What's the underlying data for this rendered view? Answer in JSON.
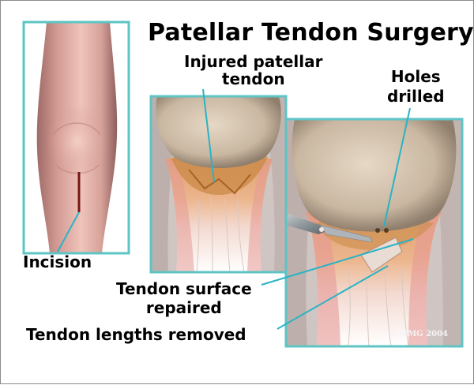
{
  "title": "Patellar Tendon Surgery",
  "labels": {
    "injured_line1": "Injured patellar",
    "injured_line2": "tendon",
    "holes_line1": "Holes",
    "holes_line2": "drilled",
    "incision": "Incision",
    "surface_line1": "Tendon surface",
    "surface_line2": "repaired",
    "lengths": "Tendon lengths removed"
  },
  "copyright": "©MMG 2004",
  "colors": {
    "frame_border": "#5ec4c4",
    "leader_line": "#2ab3c4",
    "skin": "#d79b92",
    "bone": "#c9b7a1",
    "tendon_injury": "#e2a06a",
    "incision_mark": "#7a1414"
  }
}
